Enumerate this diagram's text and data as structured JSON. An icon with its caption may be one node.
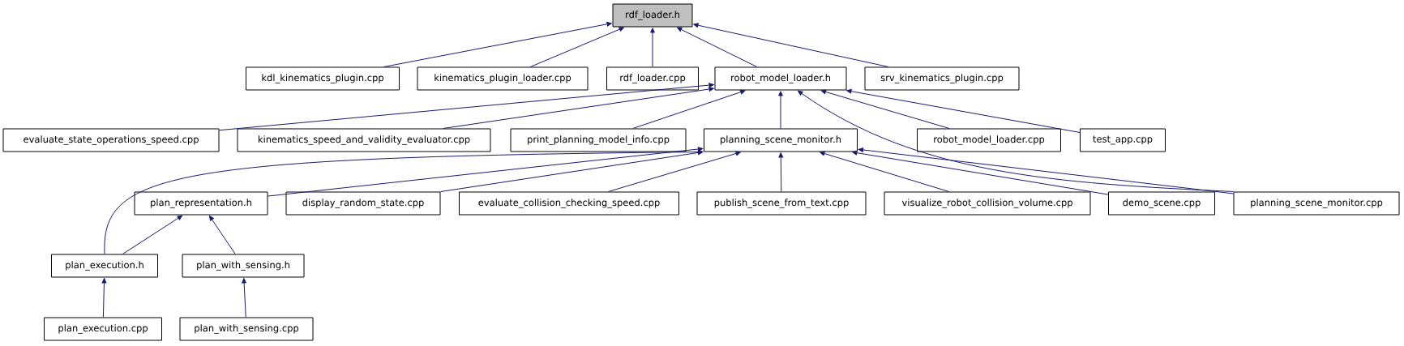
{
  "diagram": {
    "nodes": [
      {
        "text": [
          "rdf_loader.h"
        ]
      },
      {
        "text": [
          "kdl_kinematics_plugin.cpp"
        ]
      },
      {
        "text": [
          "kinematics_plugin_loader.cpp"
        ]
      },
      {
        "text": [
          "rdf_loader.cpp"
        ]
      },
      {
        "text": [
          "robot_model_loader.h"
        ]
      },
      {
        "text": [
          "srv_kinematics_plugin.cpp"
        ]
      },
      {
        "text": [
          "evaluate_state_operations_speed.cpp"
        ]
      },
      {
        "text": [
          "kinematics_speed_and_validity_evaluator.cpp"
        ]
      },
      {
        "text": [
          "print_planning_model_info.cpp"
        ]
      },
      {
        "text": [
          "planning_scene_monitor.h"
        ]
      },
      {
        "text": [
          "robot_model_loader.cpp"
        ]
      },
      {
        "text": [
          "test_app.cpp"
        ]
      },
      {
        "text": [
          "plan_representation.h"
        ]
      },
      {
        "text": [
          "display_random_state.cpp"
        ]
      },
      {
        "text": [
          "evaluate_collision_checking_speed.cpp"
        ]
      },
      {
        "text": [
          "publish_scene_from_text.cpp"
        ]
      },
      {
        "text": [
          "visualize_robot_collision_volume.cpp"
        ]
      },
      {
        "text": [
          "demo_scene.cpp"
        ]
      },
      {
        "text": [
          "planning_scene_monitor.cpp"
        ]
      },
      {
        "text": [
          "plan_execution.h"
        ]
      },
      {
        "text": [
          "plan_with_sensing.h"
        ]
      },
      {
        "text": [
          "plan_execution.cpp"
        ]
      },
      {
        "text": [
          "plan_with_sensing.cpp"
        ]
      }
    ],
    "edges": [
      {
        "from": 1,
        "to": 0,
        "arrow": "to"
      },
      {
        "from": 2,
        "to": 0,
        "arrow": "to"
      },
      {
        "from": 3,
        "to": 0,
        "arrow": "to"
      },
      {
        "from": 4,
        "to": 0,
        "arrow": "to"
      },
      {
        "from": 5,
        "to": 0,
        "arrow": "to"
      },
      {
        "from": 6,
        "to": 4,
        "arrow": "to"
      },
      {
        "from": 7,
        "to": 4,
        "arrow": "to"
      },
      {
        "from": 8,
        "to": 4,
        "arrow": "to"
      },
      {
        "from": 9,
        "to": 4,
        "arrow": "to"
      },
      {
        "from": 10,
        "to": 4,
        "arrow": "to"
      },
      {
        "from": 11,
        "to": 4,
        "arrow": "to"
      },
      {
        "from": 18,
        "to": 4,
        "arrow": "to"
      },
      {
        "from": 12,
        "to": 9,
        "arrow": "to"
      },
      {
        "from": 13,
        "to": 9,
        "arrow": "to"
      },
      {
        "from": 14,
        "to": 9,
        "arrow": "to"
      },
      {
        "from": 15,
        "to": 9,
        "arrow": "to"
      },
      {
        "from": 16,
        "to": 9,
        "arrow": "to"
      },
      {
        "from": 17,
        "to": 9,
        "arrow": "to"
      },
      {
        "from": 18,
        "to": 9,
        "arrow": "to"
      },
      {
        "from": 19,
        "to": 9,
        "arrow": "to"
      },
      {
        "from": 19,
        "to": 12,
        "arrow": "to"
      },
      {
        "from": 20,
        "to": 12,
        "arrow": "to"
      },
      {
        "from": 21,
        "to": 19,
        "arrow": "to"
      },
      {
        "from": 22,
        "to": 20,
        "arrow": "to"
      }
    ]
  }
}
